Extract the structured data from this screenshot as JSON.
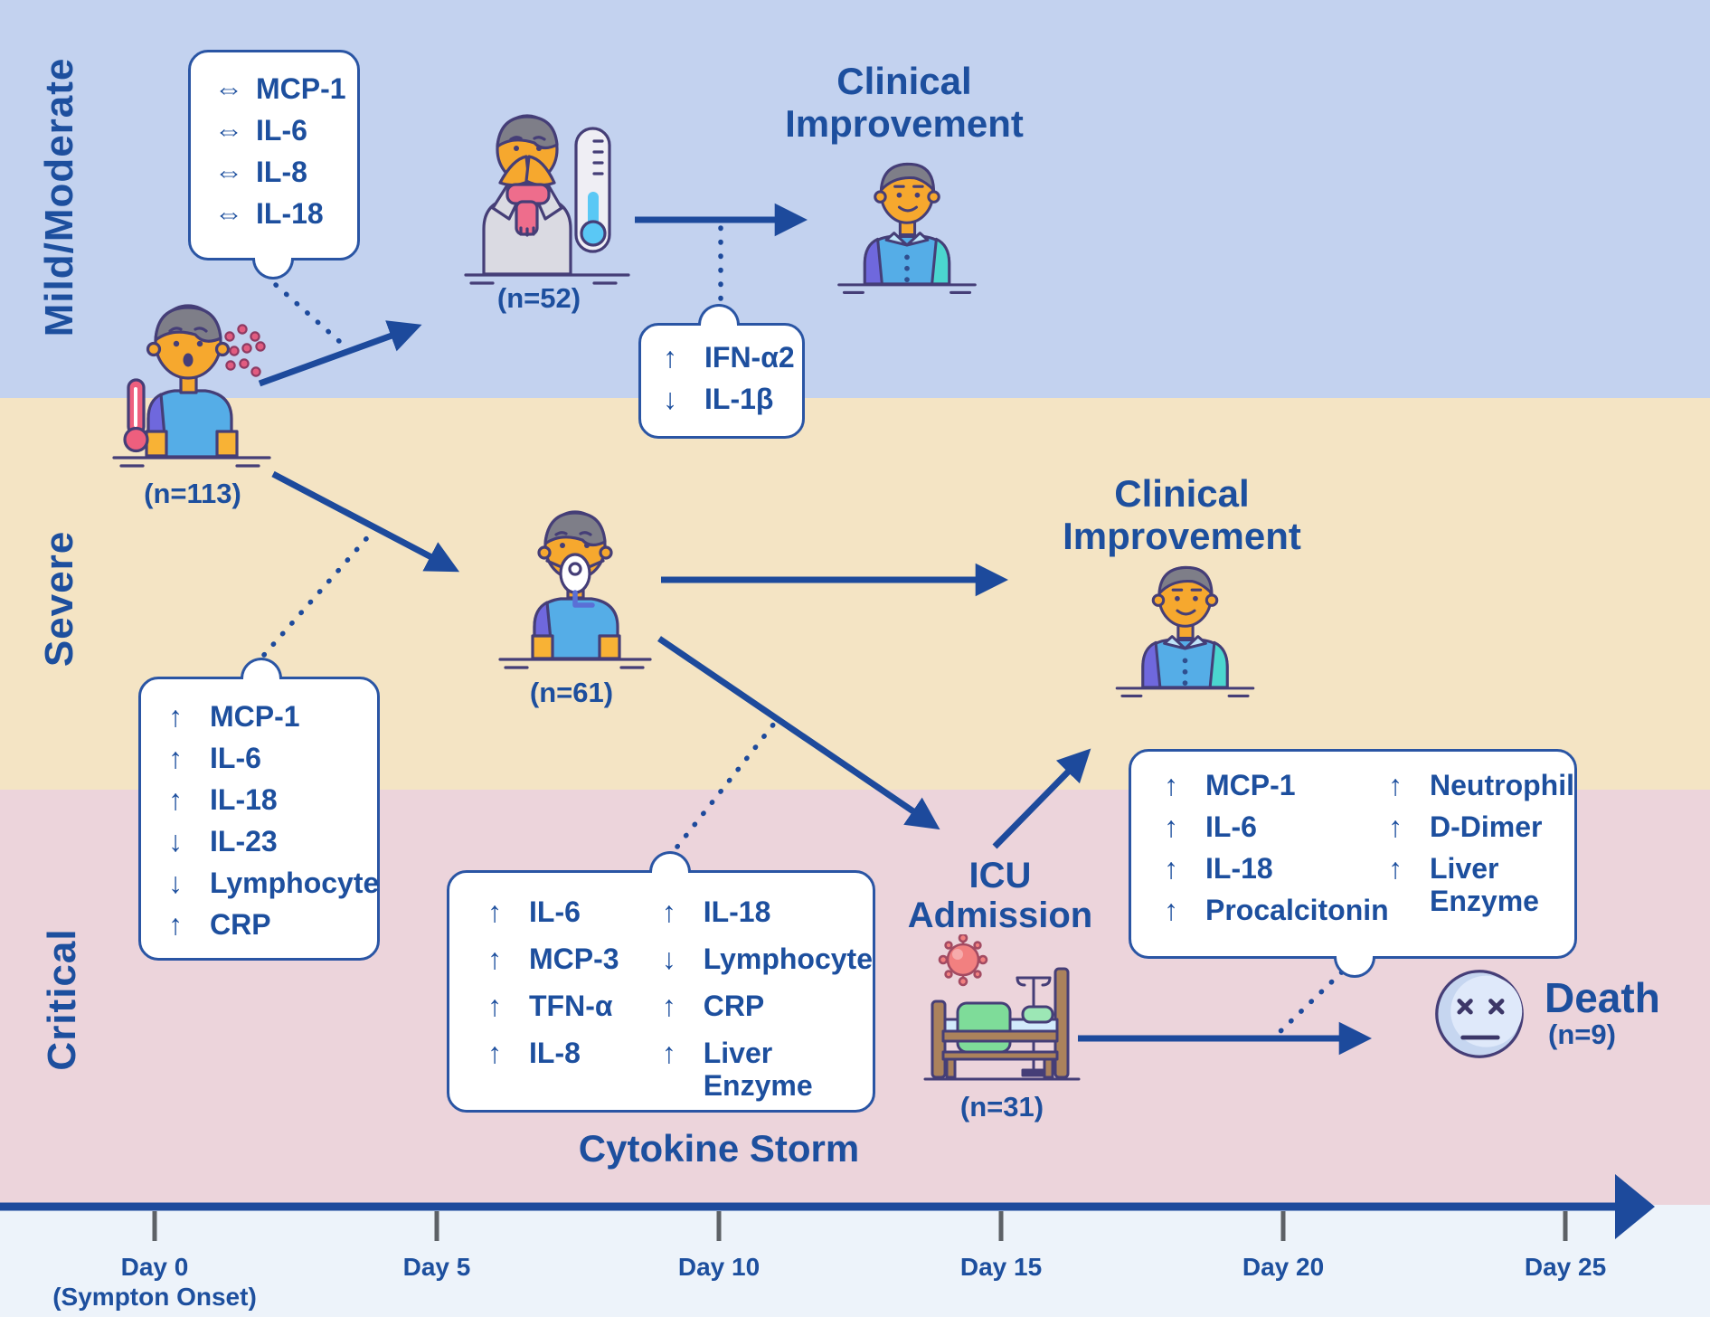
{
  "palette": {
    "ink": "#1d4f9e",
    "arrow": "#1d4a9c",
    "box_border": "#2a55a4",
    "band_mild": "#c3d2ef",
    "band_severe": "#f4e4c4",
    "band_critical": "#ecd4db",
    "footer": "#edf3fa",
    "tick": "#5d6166",
    "icon_outline": "#453e77"
  },
  "bands": {
    "mild": "Mild/Moderate",
    "severe": "Severe",
    "critical": "Critical"
  },
  "nodes": {
    "patient_initial": {
      "count": "(n=113)"
    },
    "patient_mild": {
      "count": "(n=52)"
    },
    "improvement_mild": {
      "line1": "Clinical",
      "line2": "Improvement"
    },
    "patient_severe": {
      "count": "(n=61)"
    },
    "improvement_severe": {
      "line1": "Clinical",
      "line2": "Improvement"
    },
    "icu": {
      "line1": "ICU",
      "line2": "Admission",
      "count": "(n=31)"
    },
    "death": {
      "label": "Death",
      "count": "(n=9)"
    },
    "cytokine_storm": "Cytokine Storm"
  },
  "callouts": {
    "mild_baseline": {
      "items": [
        {
          "glyph": "⇔",
          "label": "MCP-1"
        },
        {
          "glyph": "⇔",
          "label": "IL-6"
        },
        {
          "glyph": "⇔",
          "label": "IL-8"
        },
        {
          "glyph": "⇔",
          "label": "IL-18"
        }
      ]
    },
    "mild_recovery": {
      "items": [
        {
          "glyph": "↑",
          "label": "IFN-α2"
        },
        {
          "glyph": "↓",
          "label": "IL-1β"
        }
      ]
    },
    "severe_markers": {
      "items": [
        {
          "glyph": "↑",
          "label": "MCP-1"
        },
        {
          "glyph": "↑",
          "label": "IL-6"
        },
        {
          "glyph": "↑",
          "label": "IL-18"
        },
        {
          "glyph": "↓",
          "label": "IL-23"
        },
        {
          "glyph": "↓",
          "label": "Lymphocyte"
        },
        {
          "glyph": "↑",
          "label": "CRP"
        }
      ]
    },
    "cytokine_storm": {
      "col1": [
        {
          "glyph": "↑",
          "label": "IL-6"
        },
        {
          "glyph": "↑",
          "label": "MCP-3"
        },
        {
          "glyph": "↑",
          "label": "TFN-α"
        },
        {
          "glyph": "↑",
          "label": "IL-8"
        }
      ],
      "col2": [
        {
          "glyph": "↑",
          "label": "IL-18"
        },
        {
          "glyph": "↓",
          "label": "Lymphocyte"
        },
        {
          "glyph": "↑",
          "label": "CRP"
        },
        {
          "glyph": "↑",
          "label": "Liver Enzyme"
        }
      ]
    },
    "icu_markers": {
      "col1": [
        {
          "glyph": "↑",
          "label": "MCP-1"
        },
        {
          "glyph": "↑",
          "label": "IL-6"
        },
        {
          "glyph": "↑",
          "label": "IL-18"
        },
        {
          "glyph": "↑",
          "label": "Procalcitonin"
        }
      ],
      "col2": [
        {
          "glyph": "↑",
          "label": "Neutrophil"
        },
        {
          "glyph": "↑",
          "label": "D-Dimer"
        },
        {
          "glyph": "↑",
          "label": "Liver Enzyme"
        }
      ]
    }
  },
  "timeline": {
    "ticks": [
      {
        "label": "Day 0",
        "sublabel": "(Sympton Onset)"
      },
      {
        "label": "Day 5"
      },
      {
        "label": "Day 10"
      },
      {
        "label": "Day 15"
      },
      {
        "label": "Day 20"
      },
      {
        "label": "Day 25"
      }
    ]
  }
}
